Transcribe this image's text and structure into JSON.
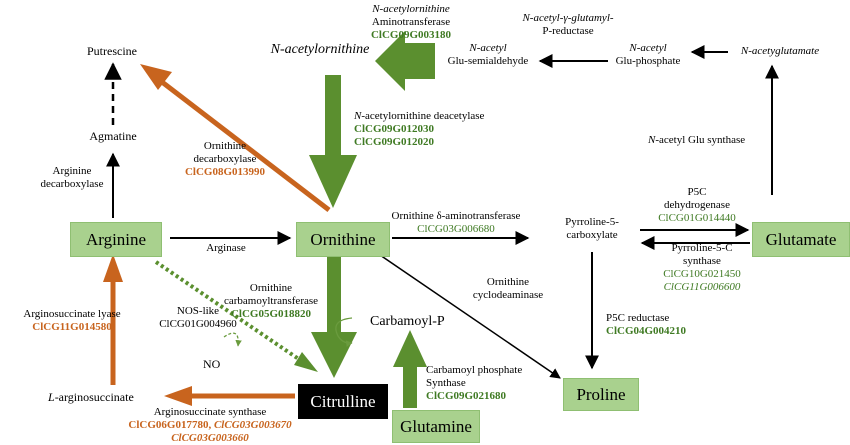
{
  "metabolites": {
    "arginine": "Arginine",
    "ornithine": "Ornithine",
    "glutamate": "Glutamate",
    "proline": "Proline",
    "glutamine": "Glutamine",
    "citrulline": "Citrulline",
    "putrescine": "Putrescine",
    "agmatine": "Agmatine",
    "n_acetylornithine": "N-acetylornithine",
    "glu_semialdehyde_line1": "N-acetyl",
    "glu_semialdehyde_line2": "Glu-semialdehyde",
    "glu_phosphate_line1": "N-acetyl",
    "glu_phosphate_line2": "Glu-phosphate",
    "n_acetylglutamate": "N-acetyglutamate",
    "p5c_line1": "Pyrroline-5-",
    "p5c_line2": "carboxylate",
    "carbamoyl_p": "Carbamoyl-P",
    "no": "NO",
    "l_arginosuccinate_prefix": "L",
    "l_arginosuccinate_suffix": "-arginosuccinate"
  },
  "enzymes": {
    "acetylornithine_aminotransferase": {
      "line1": "N-acetylornithine",
      "line2": "Aminotransferase",
      "gene": "ClCG09G003180"
    },
    "glutamyl_p_reductase": {
      "line1": "N-acetyl-γ-glutamyl-",
      "line2": "P-reductase"
    },
    "deacetylase": {
      "prefix": "N",
      "suffix": "-acetylornithine deacetylase",
      "gene1": "ClCG09G012030",
      "gene2": "ClCG09G012020"
    },
    "glu_synthase": {
      "prefix": "N",
      "suffix": "-acetyl Glu  synthase"
    },
    "ornithine_decarboxylase": {
      "line1": "Ornithine",
      "line2": "decarboxylase",
      "gene": "ClCG08G013990"
    },
    "arginine_decarboxylase": {
      "line1": "Arginine",
      "line2": "decarboxylase"
    },
    "p5c_dehydrogenase": {
      "line1": "P5C",
      "line2": "dehydrogenase",
      "gene": "ClCG01G014440"
    },
    "ornithine_aminotransferase": {
      "line1": "Ornithine δ-aminotransferase",
      "gene": "ClCG03G006680"
    },
    "arginase": "Arginase",
    "p5c_synthase": {
      "line1": "Pyrroline-5-C",
      "line2": "synthase",
      "gene1": "ClCG10G021450",
      "gene2": "ClCG11G006600"
    },
    "ornithine_cyclodeaminase": {
      "line1": "Ornithine",
      "line2": "cyclodeaminase"
    },
    "ornithine_carbamoyltransferase": {
      "line1": "Ornithine",
      "line2": "carbamoyltransferase",
      "gene": "ClCG05G018820"
    },
    "nos_like": {
      "line1": "NOS-like",
      "gene": "ClCG01G004960"
    },
    "arginosuccinate_lyase": {
      "line1": "Arginosuccinate lyase",
      "gene": "ClCG11G014580"
    },
    "p5c_reductase": {
      "line1": "P5C reductase",
      "gene": "ClCG04G004210"
    },
    "carbamoyl_phosphate_synthase": {
      "line1": "Carbamoyl phosphate",
      "line2": "Synthase",
      "gene": "ClCG09G021680"
    },
    "arginosuccinate_synthase": {
      "line1": "Arginosuccinate synthase",
      "gene1": "ClCG06G017780, ",
      "gene2": "ClCG03G003670",
      "gene3": "ClCG03G003660"
    }
  },
  "colors": {
    "box_fill": "#a9d18e",
    "green_arrow": "#5b8f2f",
    "orange_arrow": "#c8641e",
    "gene_green": "#3f7a23",
    "citrulline_box": "#000000"
  }
}
